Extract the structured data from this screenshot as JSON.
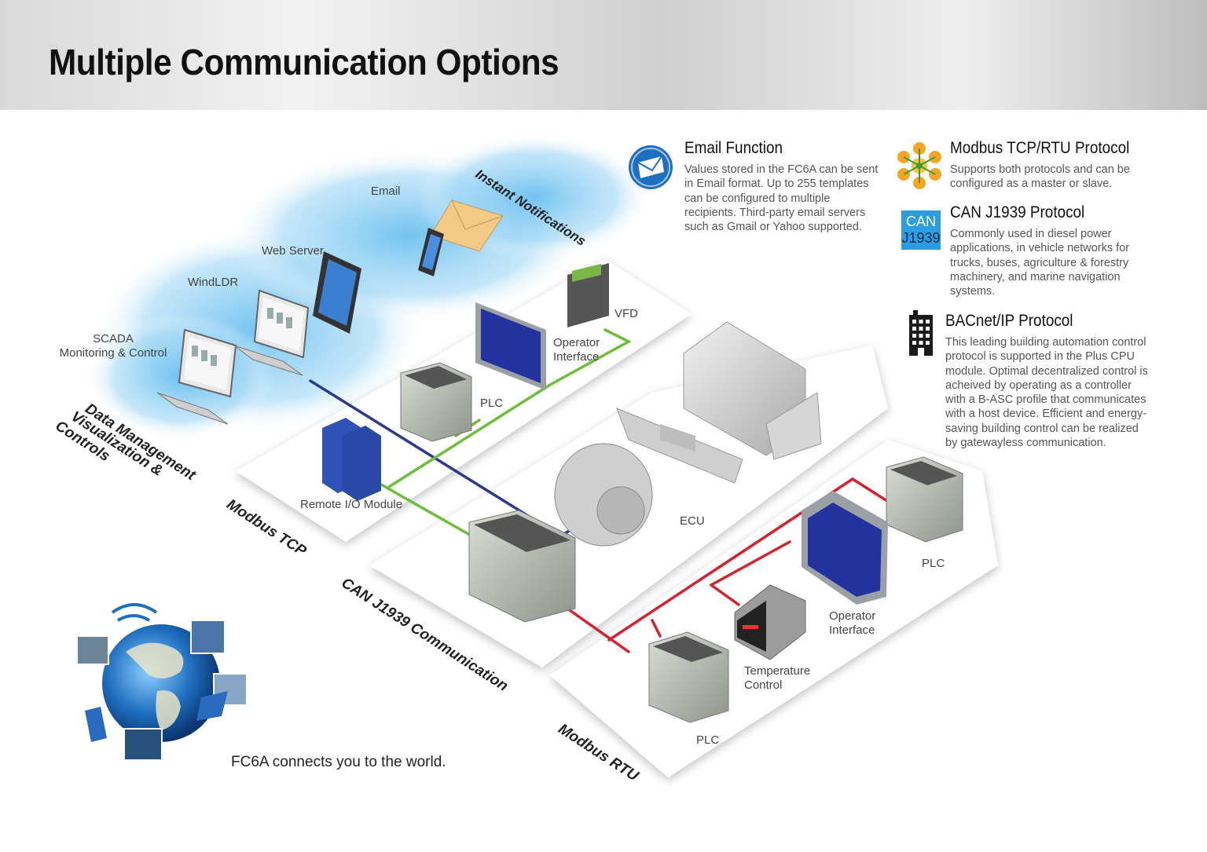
{
  "title": "Multiple Communication Options",
  "labels": {
    "email": "Email",
    "web_server": "Web Server",
    "windldr": "WindLDR",
    "scada": "SCADA",
    "scada2": "Monitoring & Control",
    "vfd": "VFD",
    "operator_interface_top_1": "Operator",
    "operator_interface_top_2": "Interface",
    "plc_top": "PLC",
    "remote_io": "Remote I/O Module",
    "ecu": "ECU",
    "plc_right": "PLC",
    "operator_interface_right_1": "Operator",
    "operator_interface_right_2": "Interface",
    "temp_control_1": "Temperature",
    "temp_control_2": "Control",
    "plc_bottom": "PLC"
  },
  "zones": {
    "instant_notifications": "Instant Notifications",
    "data_management_1": "Data Management",
    "data_management_2": "Visualization &",
    "data_management_3": "Controls",
    "modbus_tcp": "Modbus TCP",
    "can_j1939": "CAN J1939 Communication",
    "modbus_rtu": "Modbus RTU"
  },
  "features": {
    "email": {
      "title": "Email Function",
      "body": "Values stored in the FC6A can be sent in Email format. Up to 255 templates can be configured to multiple recipients. Third-party email servers such as Gmail or Yahoo supported.",
      "icon": "email-icon"
    },
    "modbus": {
      "title": "Modbus TCP/RTU Protocol",
      "body": "Supports both protocols and can be configured as a master or slave.",
      "icon": "network-icon"
    },
    "can": {
      "title": "CAN J1939 Protocol",
      "body": "Commonly used in diesel power applications, in vehicle networks for trucks, buses, agriculture & forestry machinery, and marine navigation systems.",
      "badge_line1": "CAN",
      "badge_line2": "J1939"
    },
    "bacnet": {
      "title": "BACnet/IP Protocol",
      "body": "This leading building automation control protocol is supported in the Plus CPU module. Optimal decentralized control is acheived by operating as a controller with a B-ASC profile that communicates with a host device. Efficient and energy-saving building control can be realized by gatewayless communication.",
      "icon": "building-icon"
    }
  },
  "caption": "FC6A connects you to the world.",
  "colors": {
    "modbus_tcp_line": "#2b3a8f",
    "can_line": "#6cbf3b",
    "rtu_line": "#d9202e",
    "email_blue": "#1d6fc0",
    "screen_blue": "#2233a0",
    "cloud_blue": "#7fc7f2"
  }
}
